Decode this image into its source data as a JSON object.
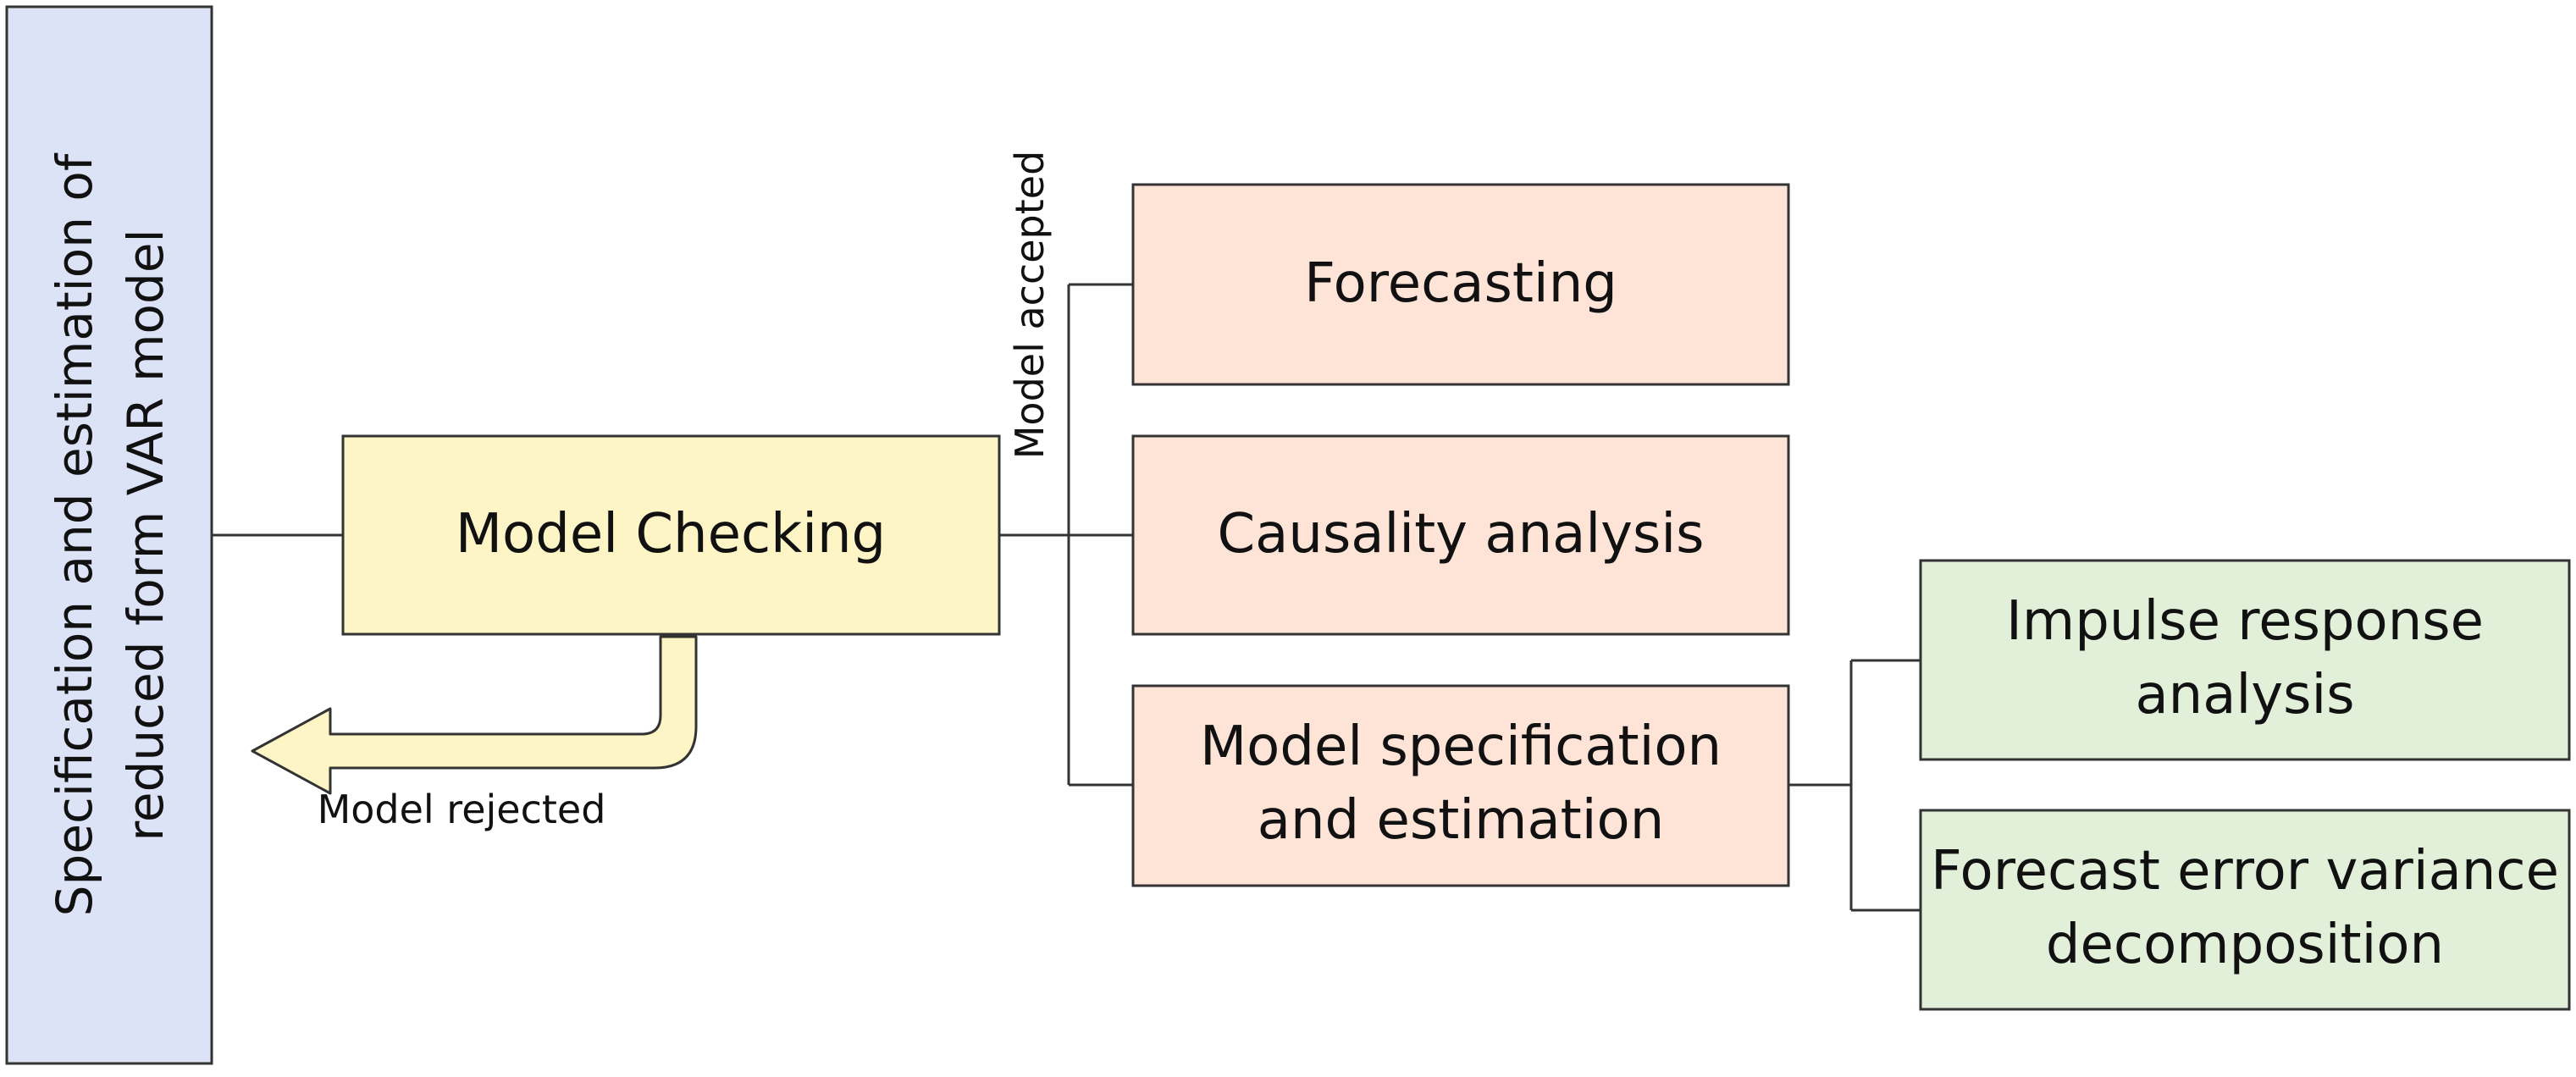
{
  "diagram": {
    "start": {
      "label_line1": "Specification and estimation of",
      "label_line2": "reduced form VAR model"
    },
    "check": {
      "label": "Model Checking"
    },
    "accepted": {
      "label": "Model accepted"
    },
    "rejected": {
      "label": "Model rejected"
    },
    "forecasting": {
      "label": "Forecasting"
    },
    "causality": {
      "label": "Causality analysis"
    },
    "structural": {
      "label_line1": "Model specification",
      "label_line2": "and estimation"
    },
    "impulse": {
      "label_line1": "Impulse response",
      "label_line2": "analysis"
    },
    "fevd": {
      "label_line1": "Forecast error variance",
      "label_line2": "decomposition"
    }
  },
  "colors": {
    "start_fill": "#dde3f6",
    "check_fill": "#fdf5c6",
    "analysis_fill": "#fde4d6",
    "structural_fill": "#e2efd9",
    "stroke": "#333333"
  }
}
